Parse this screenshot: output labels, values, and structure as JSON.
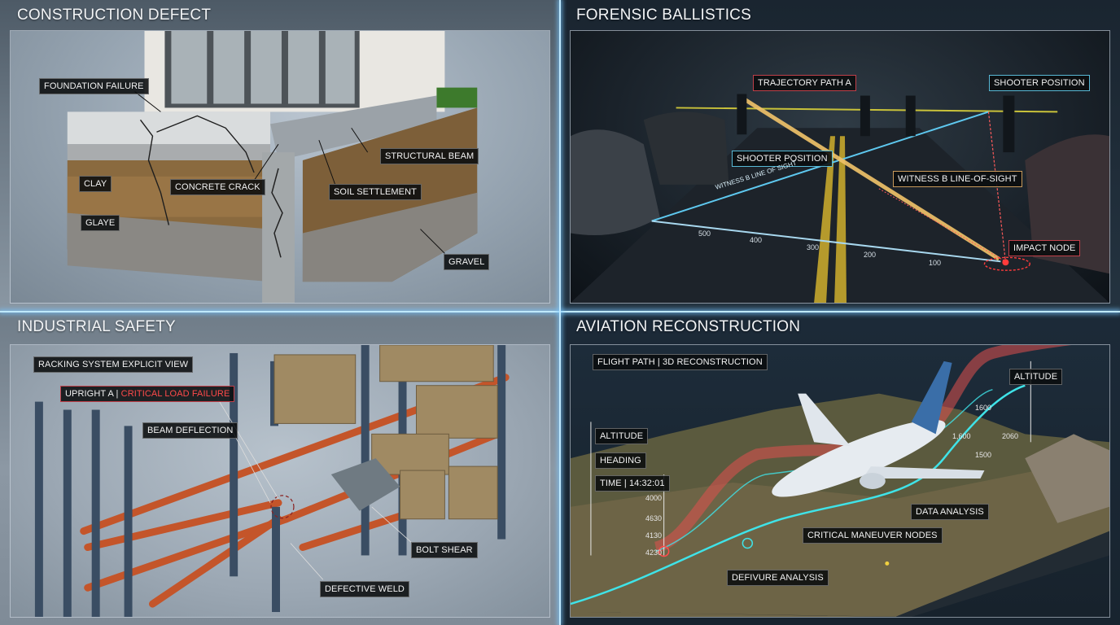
{
  "panels": {
    "construction": {
      "title": "CONSTRUCTION DEFECT",
      "labels": {
        "foundation_failure": "FOUNDATION FAILURE",
        "structural_beam": "STRUCTURAL BEAM",
        "clay": "CLAY",
        "concrete_crack": "CONCRETE CRACK",
        "soil_settlement": "SOIL SETTLEMENT",
        "glaye": "GLAYE",
        "gravel": "GRAVEL"
      }
    },
    "ballistics": {
      "title": "FORENSIC BALLISTICS",
      "labels": {
        "trajectory_path": "TRAJECTORY PATH A",
        "shooter_position_right": "SHOOTER POSITION",
        "shooter_position_left": "SHOOTER POSITION",
        "witness_los": "WITNESS B LINE-OF-SIGHT",
        "impact_node": "IMPACT NODE",
        "witness_line_text": "WITNESS B LINE OF SIGHT"
      },
      "ruler_ticks": [
        "500",
        "400",
        "300",
        "200",
        "100"
      ]
    },
    "industrial": {
      "title": "INDUSTRIAL SAFETY",
      "labels": {
        "racking_view": "RACKING SYSTEM EXPLICIT VIEW",
        "upright_prefix": "UPRIGHT A | ",
        "upright_alert": "CRITICAL LOAD FAILURE",
        "beam_deflection": "BEAM DEFLECTION",
        "bolt_shear": "BOLT SHEAR",
        "defective_weld": "DEFECTIVE WELD"
      }
    },
    "aviation": {
      "title": "AVIATION RECONSTRUCTION",
      "labels": {
        "flight_path": "FLIGHT PATH | 3D RECONSTRUCTION",
        "altitude_left": "ALTITUDE",
        "heading": "HEADING",
        "time": "TIME | 14:32:01",
        "altitude_right": "ALTITUDE",
        "data_analysis": "DATA ANALYSIS",
        "critical_nodes": "CRITICAL MANEUVER NODES",
        "defivure_analysis": "DEFIVURE ANALYSIS"
      },
      "left_axis": [
        "4000",
        "4630",
        "4130",
        "4230"
      ],
      "right_values": {
        "top": "1600",
        "left": "1,600",
        "mid": "2060",
        "low": "1500"
      }
    }
  },
  "colors": {
    "divider_glow": "#bfe9ff",
    "trajectory": "#f2c46a",
    "witness_line": "#5ec8ef",
    "impact": "#ff3b3b",
    "rack_upright": "#3a4d63",
    "rack_beam": "#c4552a",
    "flight_red": "#e0504f",
    "flight_cyan": "#3fe3e8"
  }
}
